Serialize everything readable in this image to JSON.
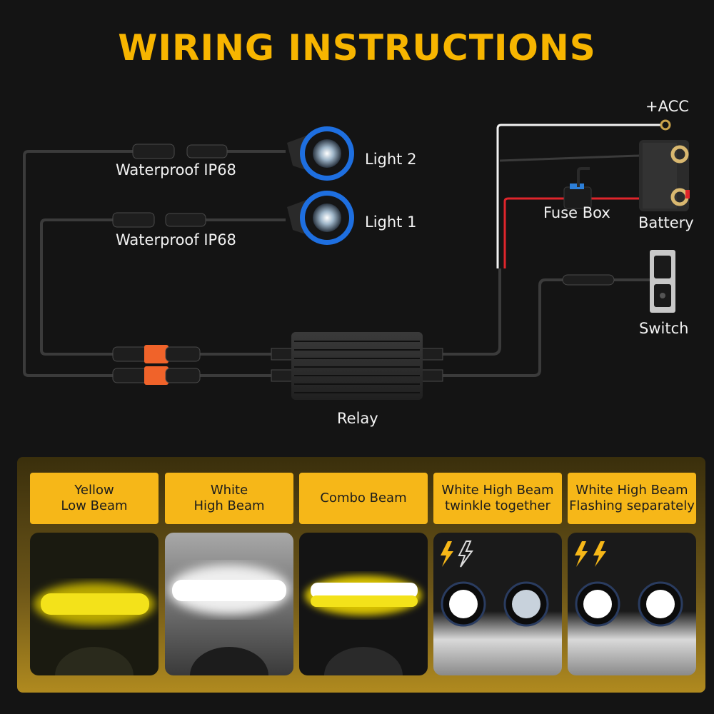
{
  "title": "WIRING INSTRUCTIONS",
  "components": {
    "light2": "Light 2",
    "light1": "Light 1",
    "connector_top": "Waterproof IP68",
    "connector_bottom": "Waterproof IP68",
    "acc": "+ACC",
    "fuse_box": "Fuse Box",
    "battery": "Battery",
    "switch": "Switch",
    "relay": "Relay"
  },
  "modes": [
    {
      "label": "Yellow\nLow Beam"
    },
    {
      "label": "White\nHigh Beam"
    },
    {
      "label": "Combo Beam"
    },
    {
      "label": "White High Beam\ntwinkle together"
    },
    {
      "label": "White High Beam\nFlashing separately"
    }
  ],
  "colors": {
    "title": "#f7b500",
    "label_bg": "#f6b718",
    "wire_positive": "#e0252b",
    "wire_acc": "#ffffff",
    "connector_orange": "#f0632a",
    "light_ring": "#1e6fe0",
    "yellow_beam": "#f3e21a"
  },
  "icons": [
    "lightning-icon",
    "lightning-outline-icon"
  ]
}
